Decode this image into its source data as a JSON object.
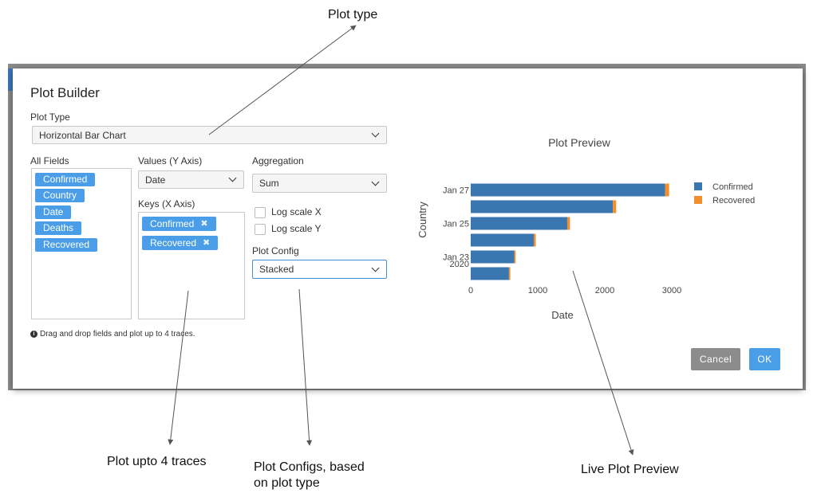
{
  "annotations": {
    "plot_type": "Plot type",
    "plot_traces": "Plot upto 4 traces",
    "plot_configs_line1": "Plot Configs, based",
    "plot_configs_line2": "on plot type",
    "live_preview": "Live Plot Preview"
  },
  "modal": {
    "title": "Plot Builder",
    "plot_type_label": "Plot Type",
    "plot_type_value": "Horizontal Bar Chart",
    "all_fields_label": "All Fields",
    "all_fields": [
      "Confirmed",
      "Country",
      "Date",
      "Deaths",
      "Recovered"
    ],
    "values_label": "Values (Y Axis)",
    "values_value": "Date",
    "keys_label": "Keys (X Axis)",
    "keys": [
      "Confirmed",
      "Recovered"
    ],
    "chip_remove_glyph": "✖",
    "aggregation_label": "Aggregation",
    "aggregation_value": "Sum",
    "log_x_label": "Log scale X",
    "log_y_label": "Log scale Y",
    "plot_config_label": "Plot Config",
    "plot_config_value": "Stacked",
    "hint_icon": "info-icon",
    "hint_glyph": "i",
    "hint": "Drag and drop fields and plot up to 4 traces.",
    "cancel_label": "Cancel",
    "ok_label": "OK",
    "colors": {
      "accent": "#4a9ee8",
      "cancel": "#8c8c8c",
      "ok": "#4a9ee8"
    }
  },
  "chart_data": {
    "type": "bar",
    "orientation": "horizontal",
    "stacked": true,
    "title": "Plot Preview",
    "xlabel": "Date",
    "ylabel": "Country",
    "categories": [
      "",
      "",
      "",
      "",
      "",
      ""
    ],
    "y_tick_labels": [
      {
        "row": 5,
        "text": "Jan 27"
      },
      {
        "row": 3,
        "text": "Jan 25"
      },
      {
        "row": 1,
        "text": "Jan 23"
      },
      {
        "row": 0.6,
        "text": "2020"
      }
    ],
    "series": [
      {
        "name": "Confirmed",
        "color": "#3a76b0",
        "values": [
          570,
          650,
          940,
          1440,
          2120,
          2900
        ]
      },
      {
        "name": "Recovered",
        "color": "#f28e2b",
        "values": [
          20,
          20,
          30,
          40,
          50,
          60
        ]
      }
    ],
    "xlim": [
      0,
      3000
    ],
    "x_ticks": [
      0,
      1000,
      2000,
      3000
    ],
    "grid": false,
    "legend": "right"
  }
}
